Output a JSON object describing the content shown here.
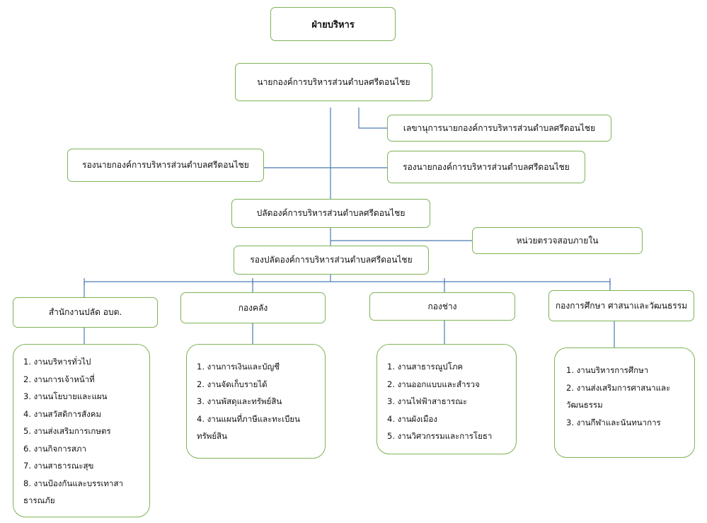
{
  "title": "ฝ่ายบริหาร",
  "mayor": "นายกองค์การบริหารส่วนตำบลศรีดอนไชย",
  "secretary": "เลขานุการนายกองค์การบริหารส่วนตำบลศรีดอนไชย",
  "deputy_left": "รองนายกองค์การบริหารส่วนตำบลศรีดอนไชย",
  "deputy_right": "รองนายกองค์การบริหารส่วนตำบลศรีดอนไชย",
  "clerk": "ปลัดองค์การบริหารส่วนตำบลศรีดอนไชย",
  "audit": "หน่วยตรวจสอบภายใน",
  "deputy_clerk": "รองปลัดองค์การบริหารส่วนตำบลศรีดอนไชย",
  "divisions": [
    {
      "name": "สำนักงานปลัด อบต.",
      "items": [
        "1. งานบริหารทั่วไป",
        "2. งานการเจ้าหน้าที่",
        "3. งานนโยบายและแผน",
        "4. งานสวัสดิการสังคม",
        "5. งานส่งเสริมการเกษตร",
        "6. งานกิจการสภา",
        "7. งานสาธารณะสุข",
        "8. งานป้องกันและบรรเทาสา",
        "ธารณภัย"
      ]
    },
    {
      "name": "กองคลัง",
      "items": [
        "1. งานการเงินและบัญชี",
        "2. งานจัดเก็บรายได้",
        "3. งานพัสดุและทรัพย์สิน",
        "4. งานแผนที่ภาษีและทะเบียน",
        "ทรัพย์สิน"
      ]
    },
    {
      "name": "กองช่าง",
      "items": [
        "1. งานสาธารณูปโภค",
        "2. งานออกแบบและสำรวจ",
        "3. งานไฟฟ้าสาธารณะ",
        "4. งานผังเมือง",
        "5. งานวิศวกรรมและการโยธา"
      ]
    },
    {
      "name": "กองการศึกษา ศาสนาและวัฒนธรรม",
      "items": [
        "1. งานบริหารการศึกษา",
        "2. งานส่งเสริมการศาสนาและ",
        "วัฒนธรรม",
        "3. งานกีฬาและนันทนาการ"
      ]
    }
  ],
  "colors": {
    "box_border": "#7fb356",
    "connector": "#4a7ab5"
  }
}
